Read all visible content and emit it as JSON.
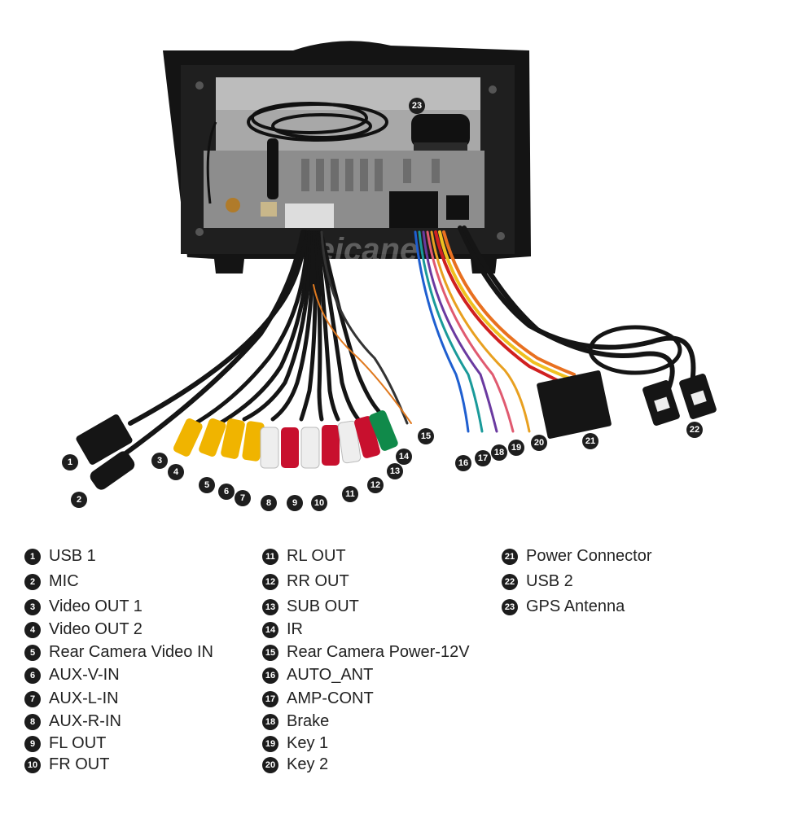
{
  "brand_watermark": "Seicane",
  "legend": {
    "columns": [
      [
        {
          "num": "1",
          "label": "USB 1"
        },
        {
          "num": "2",
          "label": "MIC"
        },
        {
          "num": "3",
          "label": "Video OUT 1"
        },
        {
          "num": "4",
          "label": "Video OUT 2"
        },
        {
          "num": "5",
          "label": "Rear Camera Video IN"
        },
        {
          "num": "6",
          "label": "AUX-V-IN"
        },
        {
          "num": "7",
          "label": "AUX-L-IN"
        },
        {
          "num": "8",
          "label": "AUX-R-IN"
        },
        {
          "num": "9",
          "label": "FL OUT"
        },
        {
          "num": "10",
          "label": "FR OUT"
        }
      ],
      [
        {
          "num": "11",
          "label": "RL OUT"
        },
        {
          "num": "12",
          "label": "RR OUT"
        },
        {
          "num": "13",
          "label": "SUB OUT"
        },
        {
          "num": "14",
          "label": "IR"
        },
        {
          "num": "15",
          "label": "Rear Camera Power-12V"
        },
        {
          "num": "16",
          "label": "AUTO_ANT"
        },
        {
          "num": "17",
          "label": "AMP-CONT"
        },
        {
          "num": "18",
          "label": "Brake"
        },
        {
          "num": "19",
          "label": "Key 1"
        },
        {
          "num": "20",
          "label": "Key 2"
        }
      ],
      [
        {
          "num": "21",
          "label": "Power Connector"
        },
        {
          "num": "22",
          "label": "USB 2"
        },
        {
          "num": "23",
          "label": "GPS Antenna"
        }
      ]
    ]
  },
  "colors": {
    "unit_frame": "#141414",
    "chassis": "#9a9a9a",
    "cable_black": "#151515",
    "rca_yellow": "#f0b400",
    "rca_red": "#c8102e",
    "rca_white": "#eeeeee",
    "rca_green": "#108a4a",
    "badge": "#1c1c1c"
  }
}
